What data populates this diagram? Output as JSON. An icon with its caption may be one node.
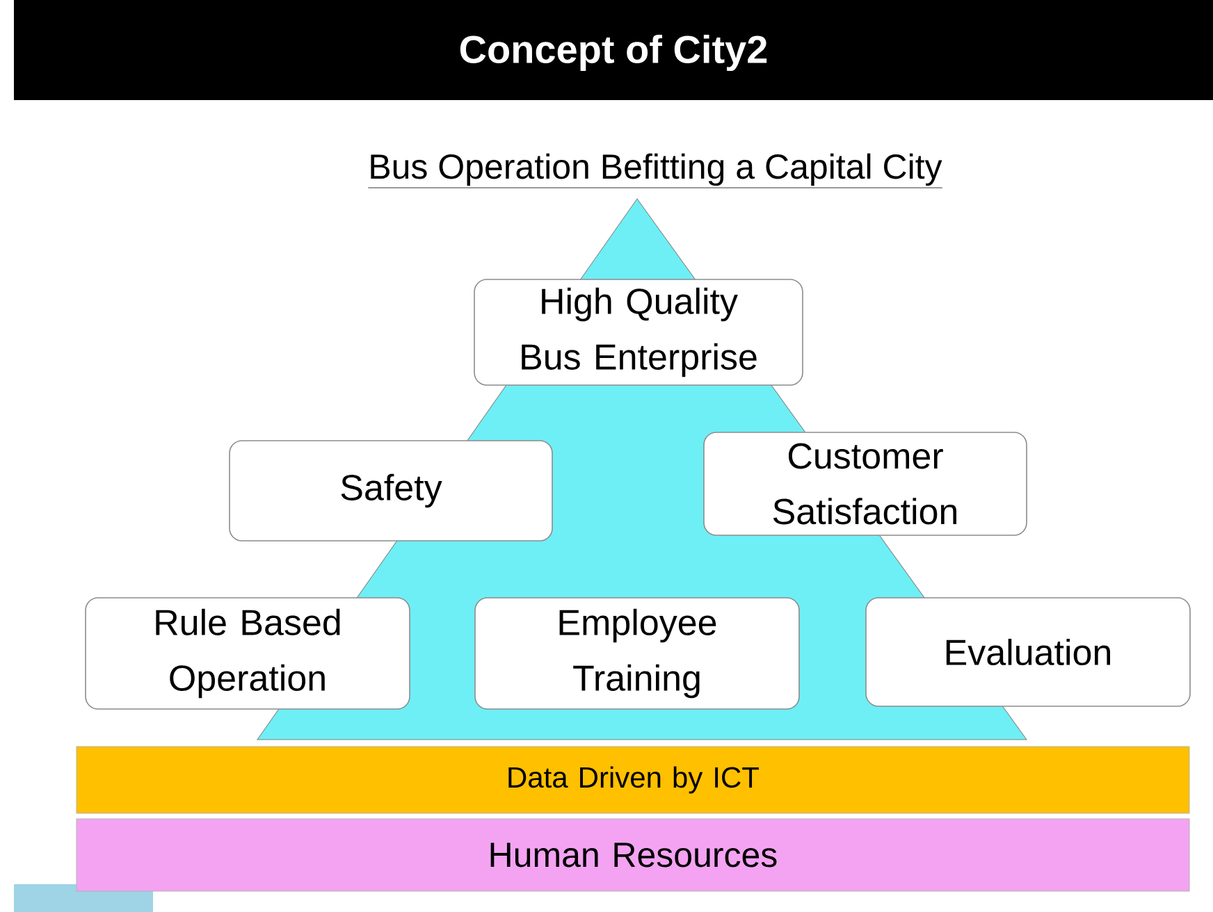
{
  "diagram": {
    "title": "Concept of City2",
    "nodes": [
      {
        "text": [],
        "shape": "triangle"
      },
      {
        "text": [
          "High Quality Bus Enterprise"
        ],
        "in": 0
      },
      {
        "text": [
          "Safety"
        ]
      },
      {
        "text": [
          "Customer Satisfaction"
        ]
      },
      {
        "text": [
          "Rule Based Operation"
        ]
      },
      {
        "text": [
          "Employee Training"
        ],
        "in": 0
      },
      {
        "text": [
          "Evaluation"
        ]
      },
      {
        "text": [
          "Data Driven by ICT"
        ]
      },
      {
        "text": [
          "Human Resources"
        ]
      }
    ],
    "edges": [],
    "labels": [
      "Bus Operation Befitting a Capital City"
    ]
  }
}
